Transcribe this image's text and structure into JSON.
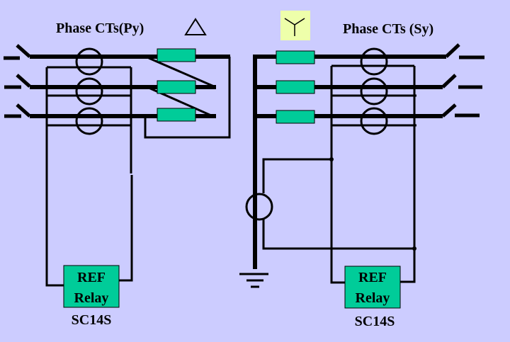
{
  "colors": {
    "background": "#ccccff",
    "wire": "#000000",
    "winding": "#00cc99",
    "star_badge": "#eeffaa"
  },
  "primary": {
    "title": "Phase CTs(Py)",
    "connection_symbol": "delta-triangle",
    "relay_line1": "REF",
    "relay_line2": "Relay",
    "relay_model": "SC14S"
  },
  "secondary": {
    "title": "Phase CTs (Sy)",
    "connection_symbol": "star-wye",
    "relay_line1": "REF",
    "relay_line2": "Relay",
    "relay_model": "SC14S"
  },
  "phases": 3
}
